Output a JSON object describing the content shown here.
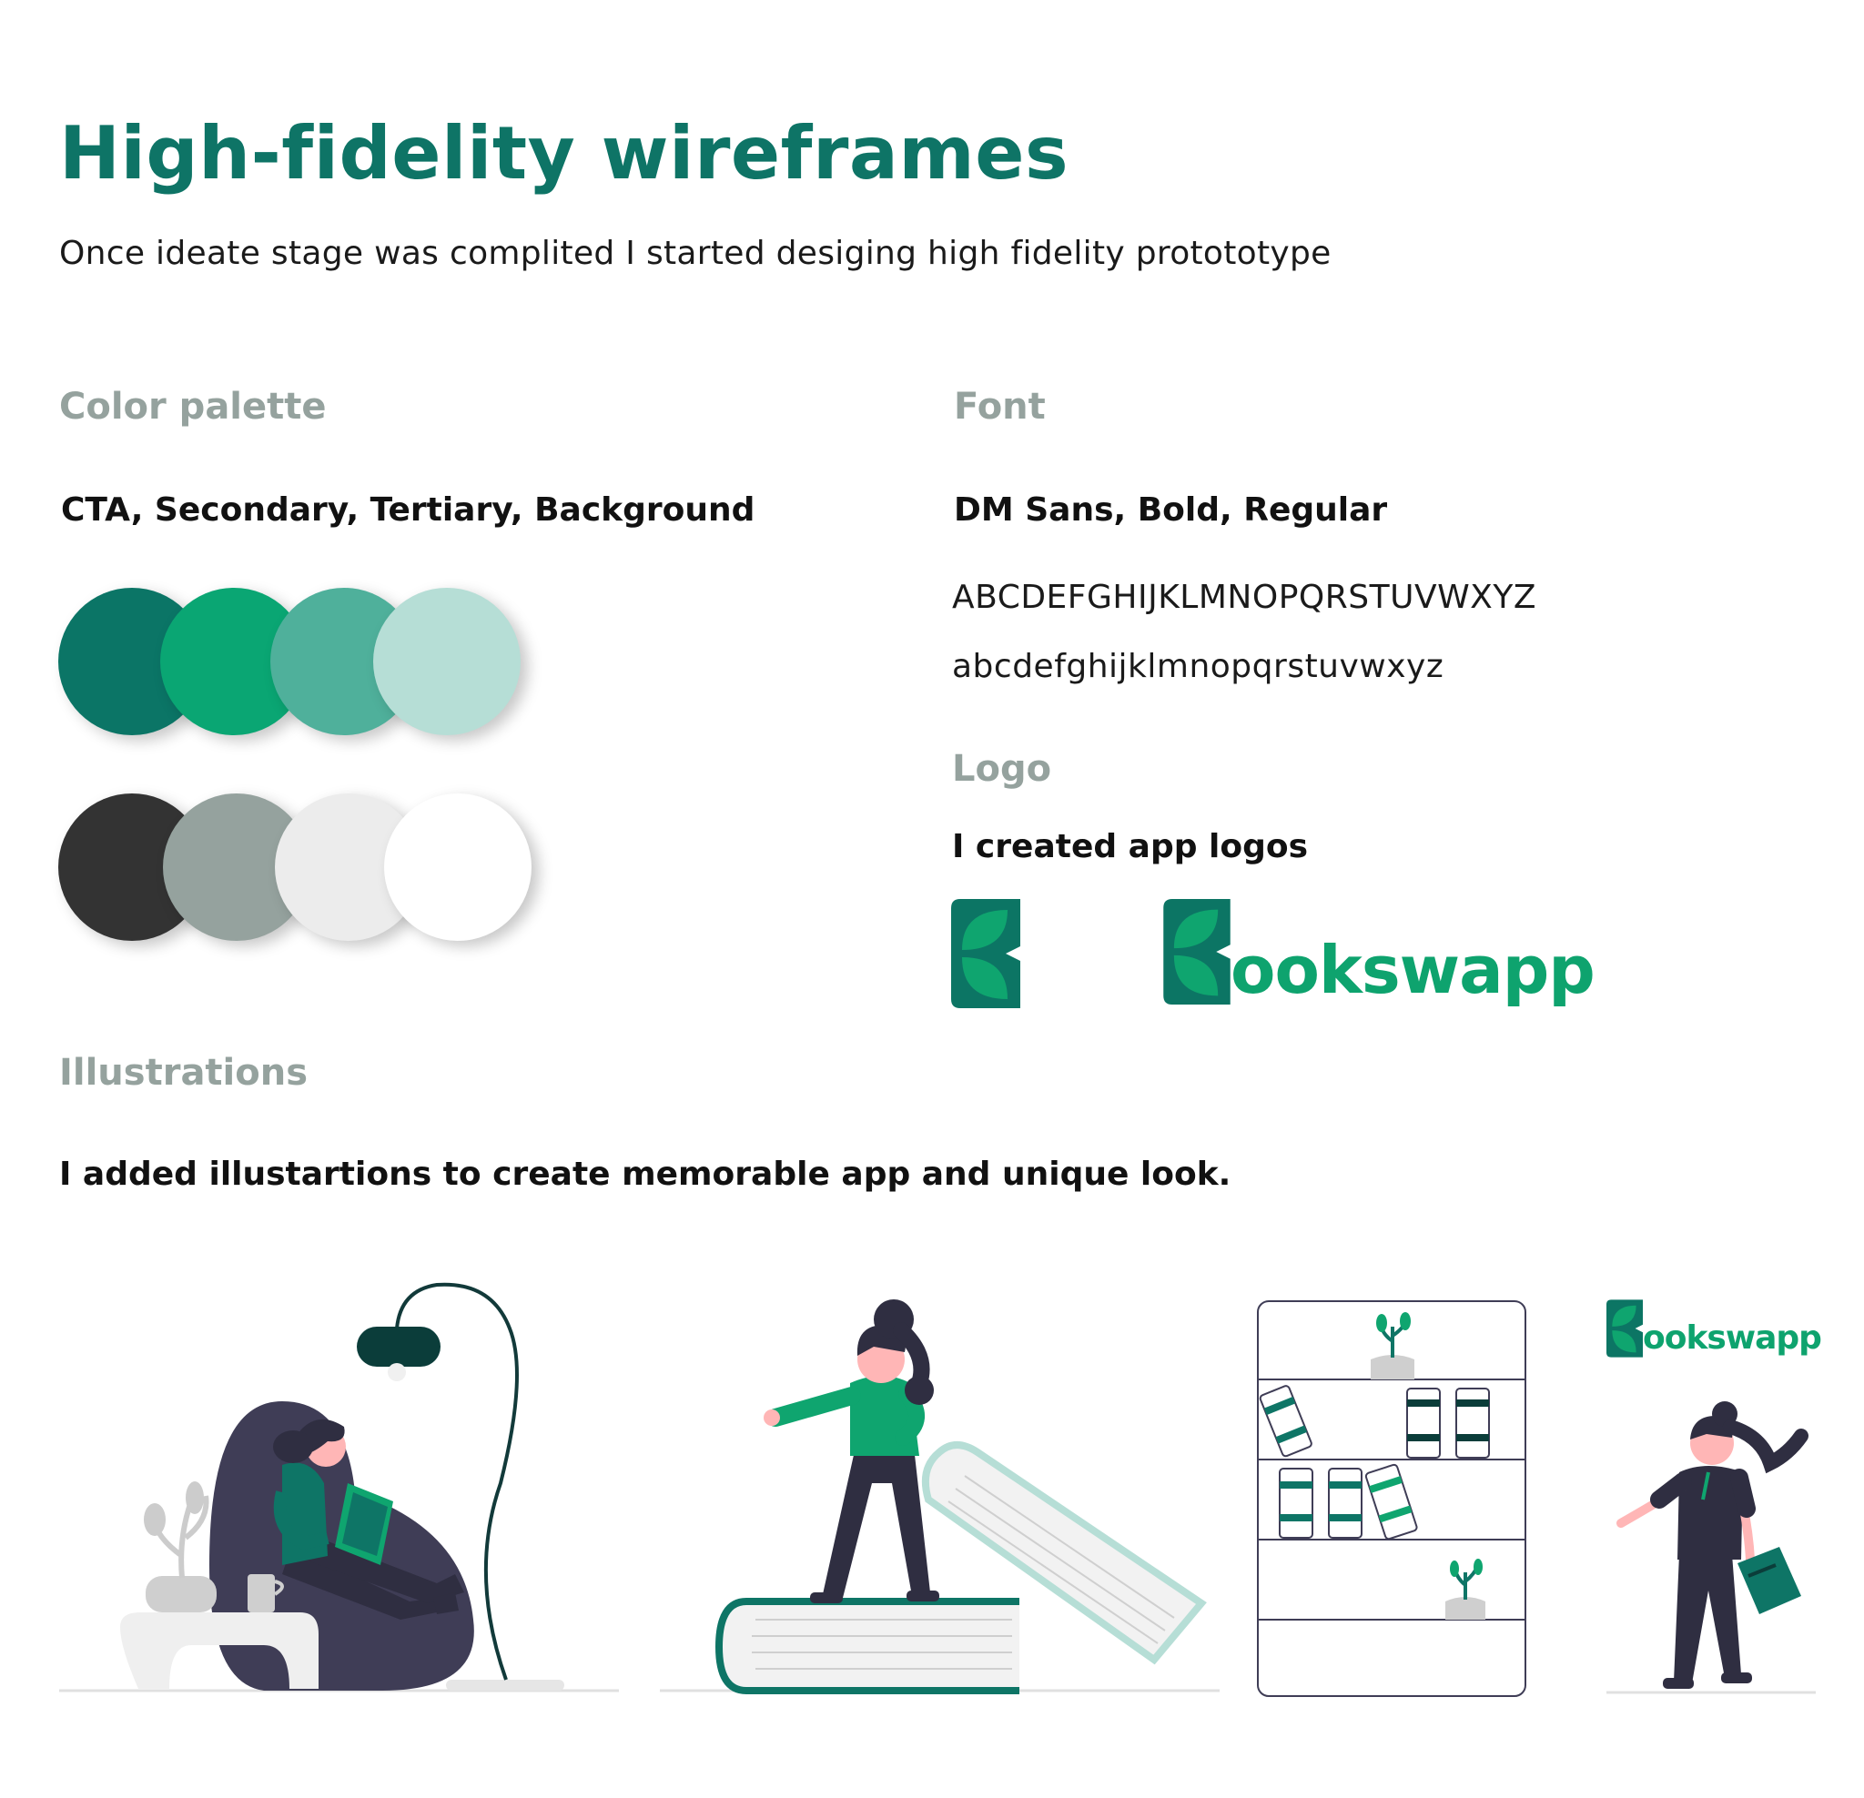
{
  "header": {
    "title": "High-fidelity wireframes",
    "subtitle": "Once ideate stage was complited I started desiging high fidelity protototype"
  },
  "color_palette": {
    "title": "Color palette",
    "subtitle": "CTA, Secondary, Tertiary, Background",
    "row1": [
      "#0b7566",
      "#0aa673",
      "#4fb09b",
      "#b6ded6"
    ],
    "row2": [
      "#333333",
      "#95a29e",
      "#ececec",
      "#ffffff"
    ]
  },
  "font": {
    "title": "Font",
    "subtitle": "DM Sans, Bold, Regular",
    "uppercase": "ABCDEFGHIJKLMNOPQRSTUVWXYZ",
    "lowercase": "abcdefghijklmnopqrstuvwxyz"
  },
  "logo": {
    "title": "Logo",
    "subtitle": "I created app logos",
    "wordmark_text": "ookswapp"
  },
  "illustrations": {
    "title": "Illustrations",
    "subtitle": "I added illustartions to create memorable app and unique look.",
    "poster_wordmark_text": "ookswapp"
  }
}
